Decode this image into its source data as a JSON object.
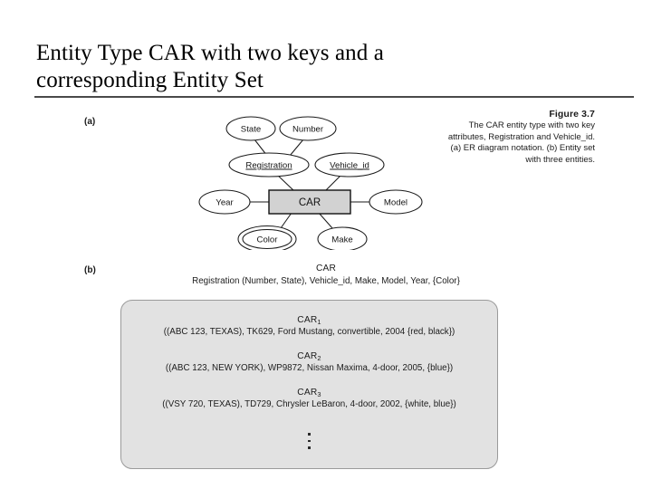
{
  "slide": {
    "title": "Entity Type CAR with two keys and a\ncorresponding Entity Set"
  },
  "figure": {
    "part_a_label": "(a)",
    "part_b_label": "(b)",
    "caption_heading": "Figure 3.7",
    "caption_body": "The CAR entity type with two key attributes, Registration and Vehicle_id. (a) ER diagram notation. (b) Entity set with three entities."
  },
  "er_diagram": {
    "entity_name": "CAR",
    "attributes": {
      "state": "State",
      "number": "Number",
      "registration": "Registration",
      "vehicle_id": "Vehicle_id",
      "year": "Year",
      "model": "Model",
      "color": "Color",
      "make": "Make"
    }
  },
  "entity_set": {
    "title": "CAR",
    "schema": "Registration (Number, State), Vehicle_id, Make, Model, Year, {Color}",
    "entities": [
      {
        "name": "CAR",
        "subscript": "1",
        "values": "((ABC 123, TEXAS), TK629, Ford Mustang, convertible, 2004 {red, black})"
      },
      {
        "name": "CAR",
        "subscript": "2",
        "values": "((ABC 123, NEW YORK), WP9872, Nissan Maxima, 4-door, 2005, {blue})"
      },
      {
        "name": "CAR",
        "subscript": "3",
        "values": "((VSY 720, TEXAS), TD729, Chrysler LeBaron, 4-door, 2002, {white, blue})"
      }
    ]
  },
  "colors": {
    "background": "#ffffff",
    "title_rule": "#4a4a4a",
    "entity_box_fill": "#d2d2d2",
    "entity_set_fill": "#e2e2e2",
    "stroke": "#1a1a1a"
  }
}
